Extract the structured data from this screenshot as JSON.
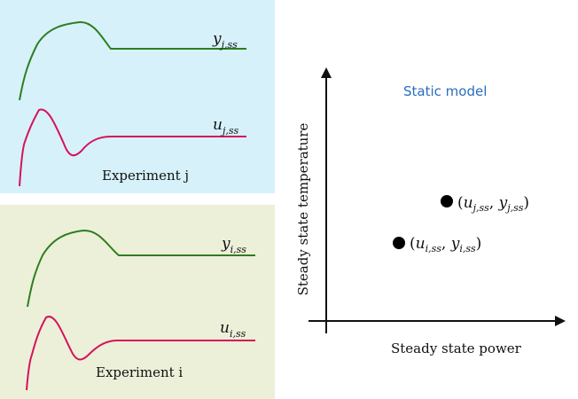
{
  "panels": {
    "experiment_j": {
      "caption": "Experiment j",
      "output_label": {
        "var": "y",
        "sub": "j,ss"
      },
      "input_label": {
        "var": "u",
        "sub": "j,ss"
      },
      "background": "#d6f1fa"
    },
    "experiment_i": {
      "caption": "Experiment i",
      "output_label": {
        "var": "y",
        "sub": "i,ss"
      },
      "input_label": {
        "var": "u",
        "sub": "i,ss"
      },
      "background": "#ecf0d9"
    }
  },
  "static_model": {
    "title": "Static model",
    "title_color": "#2a6ebd",
    "x_axis_label": "Steady state power",
    "y_axis_label": "Steady state temperature",
    "points": [
      {
        "u": "u",
        "u_sub": "j,ss",
        "y": "y",
        "y_sub": "j,ss"
      },
      {
        "u": "u",
        "u_sub": "i,ss",
        "y": "y",
        "y_sub": "i,ss"
      }
    ]
  },
  "colors": {
    "output_curve": "#2e7d1f",
    "input_curve": "#d6125a",
    "axis": "#111111"
  }
}
